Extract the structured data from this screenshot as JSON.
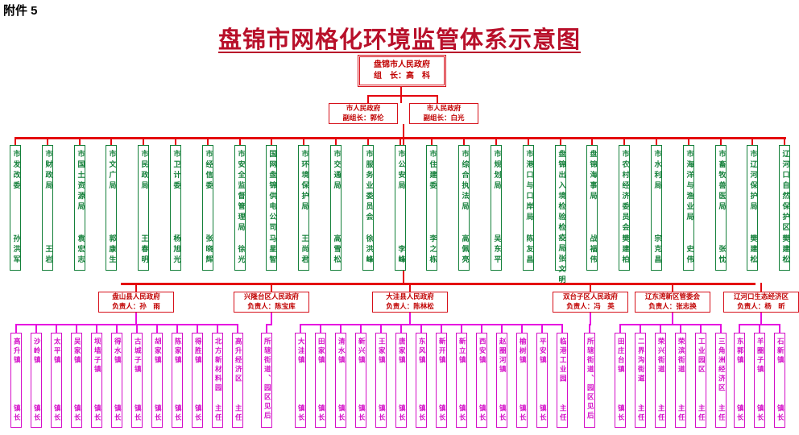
{
  "attachment": "附件 5",
  "title": "盘锦市网格化环境监管体系示意图",
  "top": {
    "org": "盘锦市人民政府",
    "role": "组　长：高　科"
  },
  "deputies": [
    {
      "org": "市人民政府",
      "role": "副组长：郭伦"
    },
    {
      "org": "市人民政府",
      "role": "副组长：白光"
    }
  ],
  "departments": [
    {
      "name": "市发改委",
      "person": "孙洪军"
    },
    {
      "name": "市财政局",
      "person": "王岩"
    },
    {
      "name": "市国土资源局",
      "person": "袁宏志"
    },
    {
      "name": "市文广局",
      "person": "郭康生"
    },
    {
      "name": "市民政局",
      "person": "王春明"
    },
    {
      "name": "市卫计委",
      "person": "杨旭光"
    },
    {
      "name": "市经信委",
      "person": "张晓辉"
    },
    {
      "name": "市安全监督管理局",
      "person": "徐光"
    },
    {
      "name": "国网盘锦供电公司",
      "person": "马星智"
    },
    {
      "name": "市环境保护局",
      "person": "王尚君"
    },
    {
      "name": "市交通局",
      "person": "高雪松"
    },
    {
      "name": "市服务业委员会",
      "person": "徐洪峰"
    },
    {
      "name": "市公安局",
      "person": "李峰"
    },
    {
      "name": "市住建委",
      "person": "李之栋"
    },
    {
      "name": "市综合执法局",
      "person": "高佩亮"
    },
    {
      "name": "市规划局",
      "person": "吴东平"
    },
    {
      "name": "市港口与口岸局",
      "person": "陈友昌"
    },
    {
      "name": "盘锦出入境检验检疫局",
      "person": "张文明"
    },
    {
      "name": "盘锦海事局",
      "person": "战福伟"
    },
    {
      "name": "市农村经济委员会",
      "person": "樊建柏"
    },
    {
      "name": "市水利局",
      "person": "宗克昌"
    },
    {
      "name": "市海洋与渔业局",
      "person": "史伟"
    },
    {
      "name": "市畜牧兽医局",
      "person": "张忱"
    },
    {
      "name": "市辽河保护局",
      "person": "樊建松"
    },
    {
      "name": "辽河口自然保护区",
      "person": "樊建松"
    }
  ],
  "counties": [
    {
      "org": "盘山县人民政府",
      "role": "负责人：孙　雨",
      "towns": [
        {
          "name": "高升镇",
          "role": "镇长"
        },
        {
          "name": "沙岭镇",
          "role": "镇长"
        },
        {
          "name": "太平镇",
          "role": "镇长"
        },
        {
          "name": "吴家镇",
          "role": "镇长"
        },
        {
          "name": "坝墙子镇",
          "role": "镇长"
        },
        {
          "name": "得水镇",
          "role": "镇长"
        },
        {
          "name": "古城子镇",
          "role": "镇长"
        },
        {
          "name": "胡家镇",
          "role": "镇长"
        },
        {
          "name": "陈家镇",
          "role": "镇长"
        },
        {
          "name": "得胜镇",
          "role": "镇长"
        },
        {
          "name": "北方新材料园",
          "role": "主任"
        },
        {
          "name": "高升经济区",
          "role": "主任"
        }
      ]
    },
    {
      "org": "兴隆台区人民政府",
      "role": "负责人：陈宝库",
      "towns": [
        {
          "name": "所辖街道、园区见后",
          "role": ""
        }
      ]
    },
    {
      "org": "大洼县人民政府",
      "role": "负责人：陈林松",
      "towns": [
        {
          "name": "大洼镇",
          "role": "镇长"
        },
        {
          "name": "田家镇",
          "role": "镇长"
        },
        {
          "name": "清水镇",
          "role": "镇长"
        },
        {
          "name": "新兴镇",
          "role": "镇长"
        },
        {
          "name": "王家镇",
          "role": "镇长"
        },
        {
          "name": "唐家镇",
          "role": "镇长"
        },
        {
          "name": "东风镇",
          "role": "镇长"
        },
        {
          "name": "新开镇",
          "role": "镇长"
        },
        {
          "name": "新立镇",
          "role": "镇长"
        },
        {
          "name": "西安镇",
          "role": "镇长"
        },
        {
          "name": "赵圈河镇",
          "role": "镇长"
        },
        {
          "name": "榆树镇",
          "role": "镇长"
        },
        {
          "name": "平安镇",
          "role": "镇长"
        },
        {
          "name": "临港工业园",
          "role": "主任"
        }
      ]
    },
    {
      "org": "双台子区人民政府",
      "role": "负责人：冯　英",
      "towns": [
        {
          "name": "所辖街道、园区见后",
          "role": ""
        }
      ]
    },
    {
      "org": "辽东湾新区管委会",
      "role": "负责人：张志换",
      "towns": [
        {
          "name": "田庄台镇",
          "role": "镇长"
        },
        {
          "name": "二界沟街道",
          "role": "主任"
        },
        {
          "name": "荣兴街道",
          "role": "主任"
        },
        {
          "name": "荣滨街道",
          "role": "主任"
        },
        {
          "name": "工业园区",
          "role": "主任"
        },
        {
          "name": "三角洲经济区",
          "role": "主任"
        }
      ]
    },
    {
      "org": "辽河口生态经济区",
      "role": "负责人：杨　昕",
      "towns": [
        {
          "name": "东郭镇",
          "role": "镇长"
        },
        {
          "name": "羊圈子镇",
          "role": "镇长"
        },
        {
          "name": "石新镇",
          "role": "镇长"
        }
      ]
    }
  ]
}
